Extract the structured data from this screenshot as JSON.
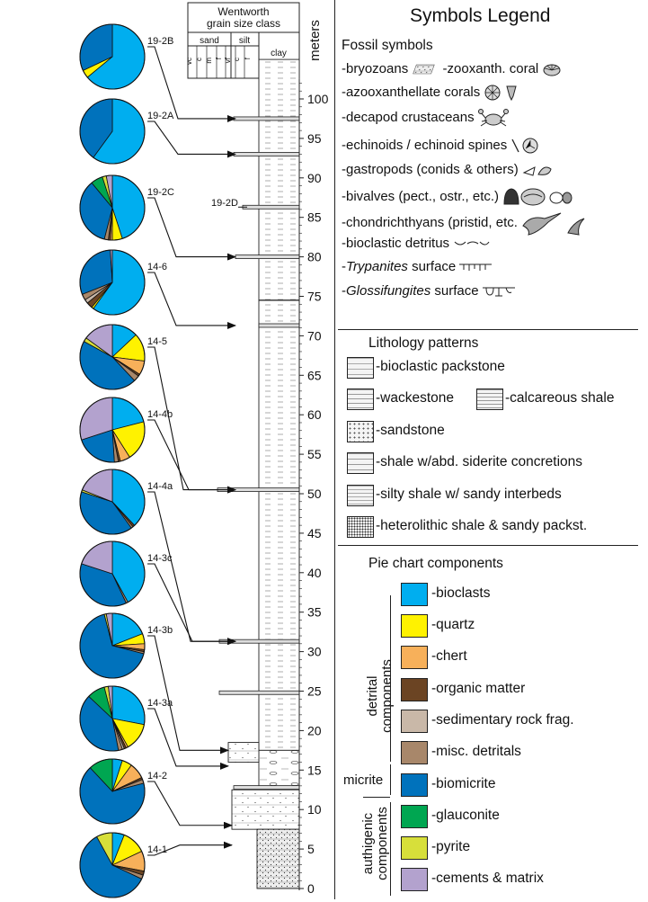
{
  "figure": {
    "wentworth_title": "Wentworth grain size class",
    "wentworth_sand": "sand",
    "wentworth_silt": "silt",
    "wentworth_clay": "clay",
    "wentworth_sub": [
      "vc",
      "c",
      "m",
      "f",
      "vf",
      "c",
      "f"
    ],
    "meters_label": "meters",
    "scale_ticks": [
      0,
      5,
      10,
      15,
      20,
      25,
      30,
      35,
      40,
      45,
      50,
      55,
      60,
      65,
      70,
      75,
      80,
      85,
      90,
      95,
      100
    ],
    "unlinked_sample": {
      "label": "19-2D",
      "meter": 86.3
    },
    "samples": [
      {
        "id": "19-2B",
        "meter": 97.5,
        "slices": [
          64,
          4,
          0,
          0,
          0,
          0,
          32,
          0,
          0,
          0
        ]
      },
      {
        "id": "19-2A",
        "meter": 93.0,
        "slices": [
          60,
          0,
          0,
          0,
          0,
          0,
          40,
          0,
          0,
          0
        ]
      },
      {
        "id": "19-2C",
        "meter": 80.0,
        "slices": [
          45,
          5,
          1,
          1,
          0,
          2,
          35,
          6,
          2,
          3
        ]
      },
      {
        "id": "14-6",
        "meter": 71.3,
        "slices": [
          60,
          1,
          0,
          3,
          2,
          3,
          30,
          0,
          0,
          1
        ]
      },
      {
        "id": "14-5",
        "meter": 50.5,
        "slices": [
          13,
          14,
          7,
          1,
          0,
          3,
          45,
          0,
          2,
          15
        ]
      },
      {
        "id": "14-4b",
        "meter": 50.5,
        "slices": [
          21,
          20,
          5,
          1,
          0,
          2,
          21,
          0,
          0,
          30
        ]
      },
      {
        "id": "14-4a",
        "meter": 31.3,
        "slices": [
          38,
          0,
          0,
          1,
          0,
          1,
          40,
          0,
          1,
          19
        ]
      },
      {
        "id": "14-3c",
        "meter": 31.3,
        "slices": [
          42,
          0,
          0,
          0,
          0,
          1,
          37,
          0,
          0,
          20
        ]
      },
      {
        "id": "14-3b",
        "meter": 17.5,
        "slices": [
          19,
          5,
          3,
          1,
          0,
          1,
          67,
          0,
          1,
          3
        ]
      },
      {
        "id": "14-3a",
        "meter": 15.5,
        "slices": [
          28,
          14,
          1,
          1,
          1,
          2,
          40,
          9,
          2,
          2
        ]
      },
      {
        "id": "14-2",
        "meter": 8.0,
        "slices": [
          5,
          5,
          8,
          1,
          0,
          2,
          67,
          12,
          0,
          0
        ]
      },
      {
        "id": "14-1",
        "meter": 5.5,
        "slices": [
          6,
          12,
          10,
          2,
          0,
          2,
          60,
          0,
          8,
          0
        ]
      }
    ]
  },
  "legend": {
    "title": "Symbols Legend",
    "fossil_title": "Fossil symbols",
    "fossils": [
      "-bryozoans",
      "-zooxanth. coral",
      "-azooxanthellate corals",
      "-decapod crustaceans",
      "-echinoids / echinoid spines",
      "-gastropods (conids & others)",
      "-bivalves (pect., ostr., etc.)",
      "-chondrichthyans (pristid, etc.",
      "-bioclastic detritus",
      "Trypanites",
      " surface",
      "Glossifungites",
      " surface"
    ],
    "lithology_title": "Lithology patterns",
    "lithology": [
      "-bioclastic packstone",
      "-wackestone",
      "-calcareous shale",
      "-sandstone",
      "-shale w/abd. siderite concretions",
      "-silty shale w/ sandy interbeds",
      "-heterolithic shale & sandy packst."
    ],
    "pie_title": "Pie chart components",
    "components": [
      {
        "label": "-bioclasts",
        "color": "#00AEEF"
      },
      {
        "label": "-quartz",
        "color": "#FFF200"
      },
      {
        "label": "-chert",
        "color": "#F7B05A"
      },
      {
        "label": "-organic matter",
        "color": "#6B4423"
      },
      {
        "label": "-sedimentary rock frag.",
        "color": "#C9B8A8"
      },
      {
        "label": "-misc. detritals",
        "color": "#A8876A"
      },
      {
        "label": "-biomicrite",
        "color": "#0072BC"
      },
      {
        "label": "-glauconite",
        "color": "#00A651"
      },
      {
        "label": "-pyrite",
        "color": "#D7DF3A"
      },
      {
        "label": "-cements & matrix",
        "color": "#B3A2CE"
      }
    ],
    "group_detrital": "detrital components",
    "group_micrite": "micrite",
    "group_authigenic": "authigenic components"
  }
}
